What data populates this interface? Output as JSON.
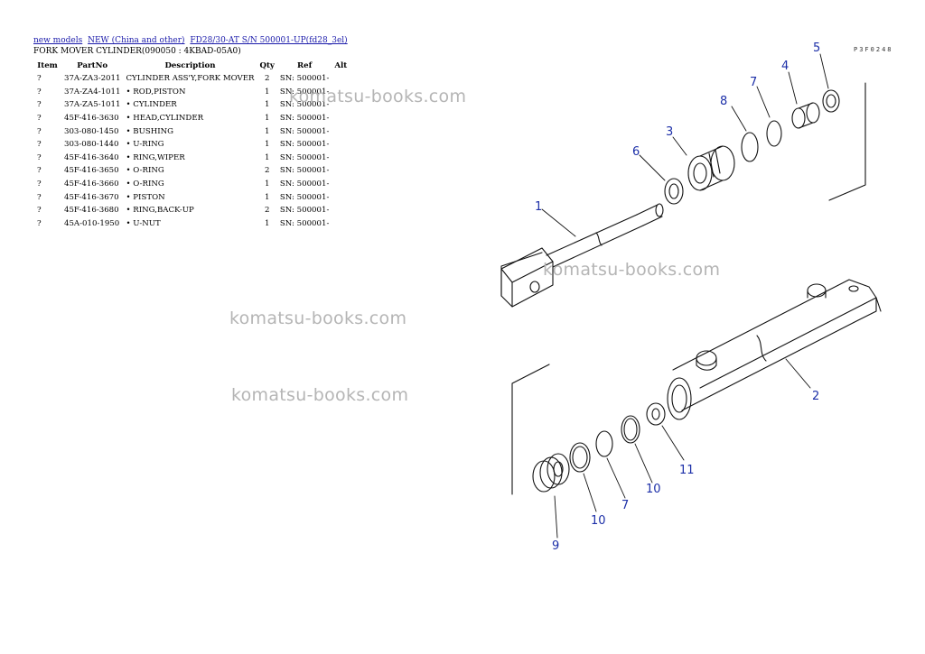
{
  "breadcrumb": {
    "link1": "new models",
    "link2": "NEW (China and other)",
    "link3": "FD28/30-AT S/N 500001-UP(fd28_3el)"
  },
  "subtitle": "FORK MOVER CYLINDER(090050 : 4KBAD-05A0)",
  "table": {
    "headers": [
      "Item",
      "PartNo",
      "Description",
      "Qty",
      "Ref",
      "Alt"
    ],
    "rows": [
      {
        "item": "?",
        "partno": "37A-ZA3-2011",
        "desc": "CYLINDER ASS'Y,FORK MOVER",
        "qty": "2",
        "ref": "SN: 500001-",
        "alt": ""
      },
      {
        "item": "?",
        "partno": "37A-ZA4-1011",
        "desc": "• ROD,PISTON",
        "qty": "1",
        "ref": "SN: 500001-",
        "alt": ""
      },
      {
        "item": "?",
        "partno": "37A-ZA5-1011",
        "desc": "• CYLINDER",
        "qty": "1",
        "ref": "SN: 500001-",
        "alt": ""
      },
      {
        "item": "?",
        "partno": "45F-416-3630",
        "desc": "• HEAD,CYLINDER",
        "qty": "1",
        "ref": "SN: 500001-",
        "alt": ""
      },
      {
        "item": "?",
        "partno": "303-080-1450",
        "desc": "• BUSHING",
        "qty": "1",
        "ref": "SN: 500001-",
        "alt": ""
      },
      {
        "item": "?",
        "partno": "303-080-1440",
        "desc": "• U-RING",
        "qty": "1",
        "ref": "SN: 500001-",
        "alt": ""
      },
      {
        "item": "?",
        "partno": "45F-416-3640",
        "desc": "• RING,WIPER",
        "qty": "1",
        "ref": "SN: 500001-",
        "alt": ""
      },
      {
        "item": "?",
        "partno": "45F-416-3650",
        "desc": "• O-RING",
        "qty": "2",
        "ref": "SN: 500001-",
        "alt": ""
      },
      {
        "item": "?",
        "partno": "45F-416-3660",
        "desc": "• O-RING",
        "qty": "1",
        "ref": "SN: 500001-",
        "alt": ""
      },
      {
        "item": "?",
        "partno": "45F-416-3670",
        "desc": "• PISTON",
        "qty": "1",
        "ref": "SN: 500001-",
        "alt": ""
      },
      {
        "item": "?",
        "partno": "45F-416-3680",
        "desc": "• RING,BACK-UP",
        "qty": "2",
        "ref": "SN: 500001-",
        "alt": ""
      },
      {
        "item": "?",
        "partno": "45A-010-1950",
        "desc": "• U-NUT",
        "qty": "1",
        "ref": "SN: 500001-",
        "alt": ""
      }
    ]
  },
  "watermark": "komatsu-books.com",
  "diagram": {
    "code": "P3F0248",
    "labels": [
      "1",
      "2",
      "3",
      "4",
      "5",
      "6",
      "7",
      "8",
      "9",
      "10",
      "11",
      "10",
      "7"
    ]
  },
  "colors": {
    "link": "#1a1aaa",
    "callout": "#1c2fa8",
    "watermark": "#b5b5b5"
  }
}
